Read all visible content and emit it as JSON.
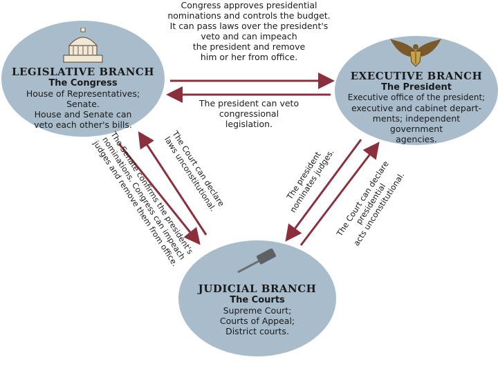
{
  "colors": {
    "oval_fill": "#a9bccb",
    "arrow": "#8b2f3c",
    "text": "#1a1a1a"
  },
  "legislative": {
    "icon": "capitol-dome-icon",
    "heading": "LEGISLATIVE BRANCH",
    "subheading": "The Congress",
    "lines": [
      "House of Representatives;",
      "Senate.",
      "House and Senate can",
      "veto each other's bills."
    ]
  },
  "executive": {
    "icon": "presidential-eagle-seal-icon",
    "heading": "EXECUTIVE BRANCH",
    "subheading": "The President",
    "lines": [
      "Executive office of the president;",
      "executive and cabinet depart-",
      "ments; independent",
      "government",
      "agencies."
    ]
  },
  "judicial": {
    "icon": "gavel-icon",
    "heading": "JUDICIAL BRANCH",
    "subheading": "The  Courts",
    "lines": [
      "Supreme Court;",
      "Courts of Appeal;",
      "District courts."
    ]
  },
  "relations": {
    "congress_to_president": [
      "Congress approves presidential",
      "nominations and controls the budget.",
      "It can pass laws over the president's",
      "veto and can impeach",
      "the president and remove",
      "him or her from office."
    ],
    "president_to_congress": [
      "The president can veto",
      "congressional",
      "legislation."
    ],
    "court_to_congress": [
      "The Court can declare",
      "laws unconstitutional."
    ],
    "congress_to_court": [
      "The Senate confirms the president's",
      "nominations. Congress can impeach",
      "judges and remove them from office."
    ],
    "president_to_court": [
      "The president",
      "nominates judges."
    ],
    "court_to_president": [
      "The Court can declare",
      "presidential",
      "acts unconstitutional."
    ]
  }
}
